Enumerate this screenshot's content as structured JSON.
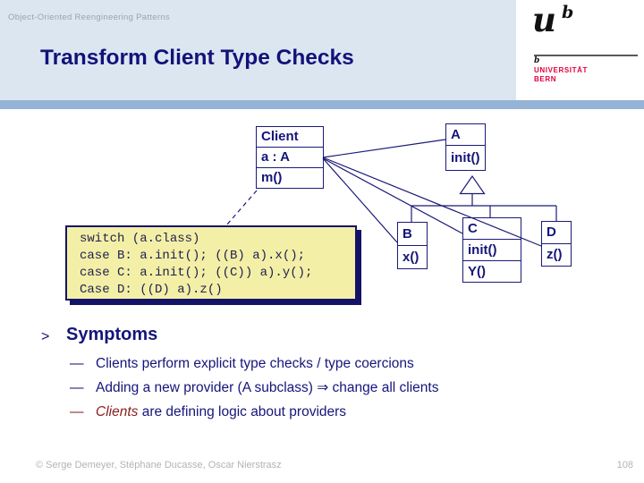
{
  "slide": {
    "breadcrumb": "Object-Oriented Reengineering Patterns",
    "title": "Transform Client Type Checks",
    "footer_credit": "© Serge Demeyer, Stéphane Ducasse, Oscar Nierstrasz",
    "page_number": "108"
  },
  "logo": {
    "glyph": "u",
    "glyph_sup": "b",
    "mark": "b",
    "line1": "UNIVERSITÄT",
    "line2": "BERN"
  },
  "diagram": {
    "client": {
      "name": "Client",
      "attribute": "a : A",
      "method": "m()"
    },
    "a": {
      "name": "A",
      "method": "init()"
    },
    "b": {
      "name": "B",
      "method": "x()"
    },
    "c": {
      "name": "C",
      "method1": "init()",
      "method2": "Y()"
    },
    "d": {
      "name": "D",
      "method": "z()"
    }
  },
  "code": {
    "lines": [
      "switch (a.class)",
      "case B: a.init(); ((B) a).x();",
      "case C: a.init(); ((C)) a).y();",
      "Case D: ((D) a).z()"
    ]
  },
  "symptoms": {
    "marker": ">",
    "title": "Symptoms",
    "dash": "—",
    "bullets": [
      "Clients perform explicit type checks / type coercions",
      "Adding a new provider (A subclass) ⇒ change all clients"
    ],
    "bullet3": {
      "highlight": "Clients",
      "rest": " are defining logic about providers"
    }
  },
  "colors": {
    "header_bg": "#dce6f1",
    "accent_bar": "#95b3d7",
    "navy_text": "#15157b",
    "dark_red": "#8b2020",
    "code_bg": "#f3efa6",
    "code_border": "#131368",
    "uni_bern_red": "#e2003b",
    "footer_gray": "#b3b3b3"
  }
}
